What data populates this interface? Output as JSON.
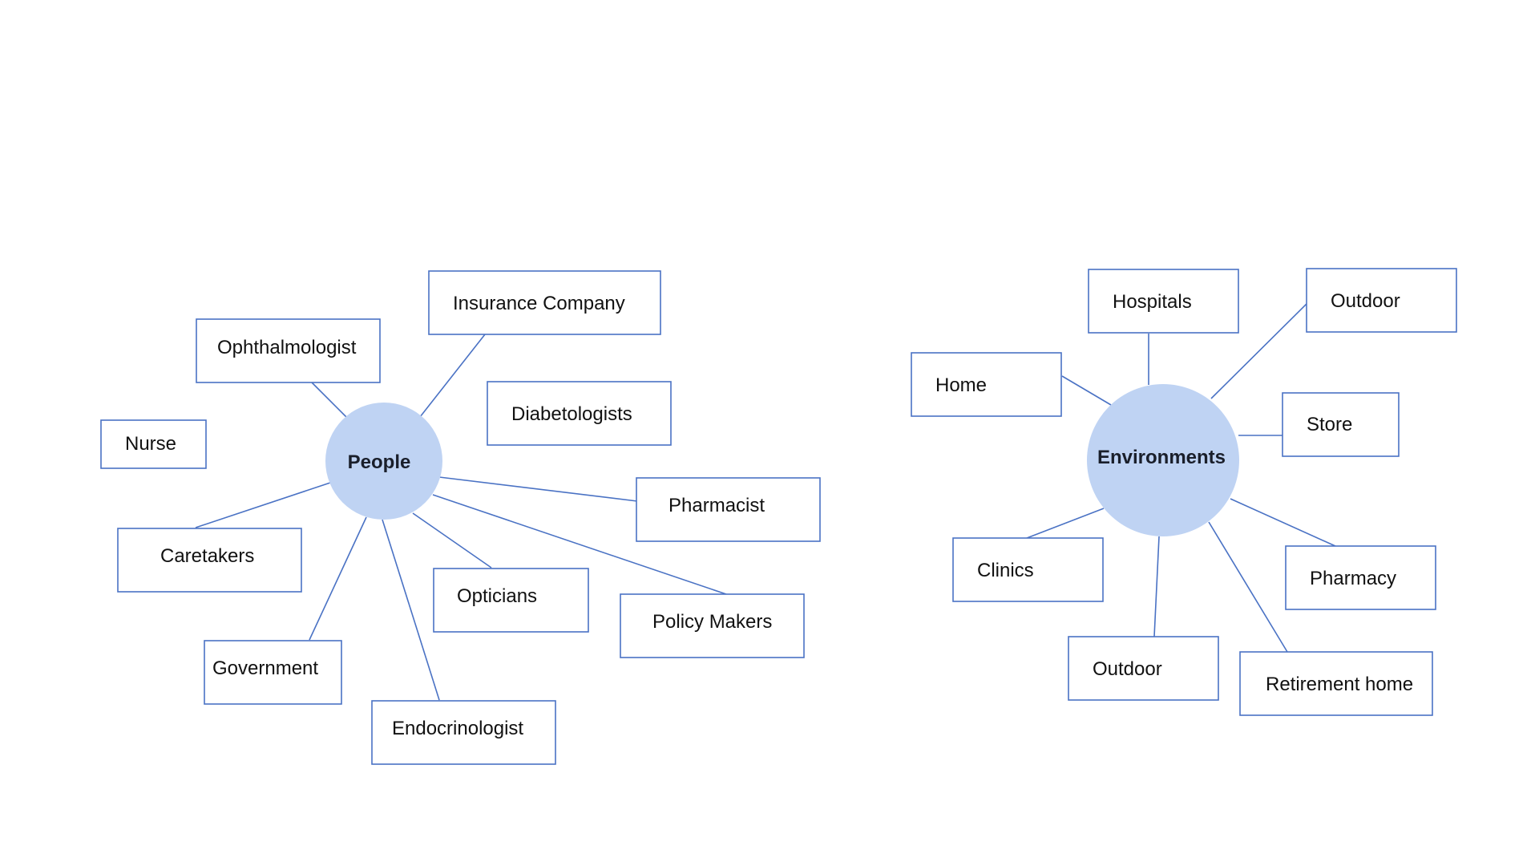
{
  "people": {
    "hub_label": "People",
    "nodes": [
      "Insurance Company",
      "Ophthalmologist",
      "Diabetologists",
      "Nurse",
      "Pharmacist",
      "Caretakers",
      "Opticians",
      "Policy Makers",
      "Government",
      "Endocrinologist"
    ]
  },
  "environments": {
    "hub_label": "Environments",
    "nodes": [
      "Hospitals",
      "Outdoor",
      "Home",
      "Store",
      "Clinics",
      "Pharmacy",
      "Outdoor",
      "Retirement home"
    ]
  },
  "colors": {
    "stroke": "#4a72c4",
    "hub_fill": "#bfd3f3"
  }
}
